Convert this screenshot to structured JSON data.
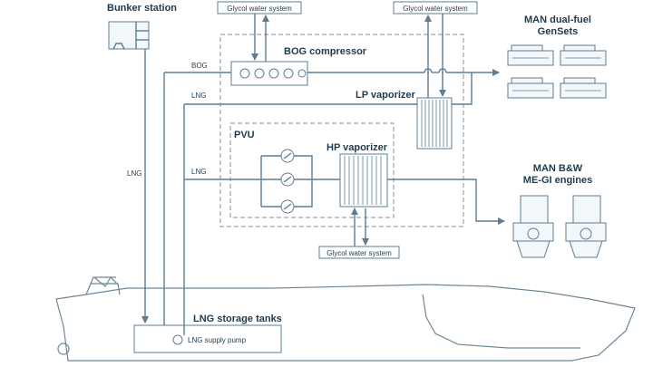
{
  "labels": {
    "bunker_station": "Bunker station",
    "glycol_top_left": "Glycol water system",
    "glycol_top_right": "Glycol water system",
    "glycol_bottom": "Glycol water system",
    "bog_compressor": "BOG compressor",
    "lp_vaporizer": "LP vaporizer",
    "pvu": "PVU",
    "hp_vaporizer": "HP vaporizer",
    "gensets_line1": "MAN dual-fuel",
    "gensets_line2": "GenSets",
    "engines_line1": "MAN B&W",
    "engines_line2": "ME-GI engines",
    "storage_tanks": "LNG storage tanks",
    "supply_pump": "LNG supply pump",
    "line_bog": "BOG",
    "line_lng_lp": "LNG",
    "line_lng_hp": "LNG",
    "line_lng_bunker": "LNG"
  },
  "colors": {
    "text": "#1f3a4d",
    "pipe": "#5a7d91",
    "dashed_boundary": "#7a8f9c"
  }
}
